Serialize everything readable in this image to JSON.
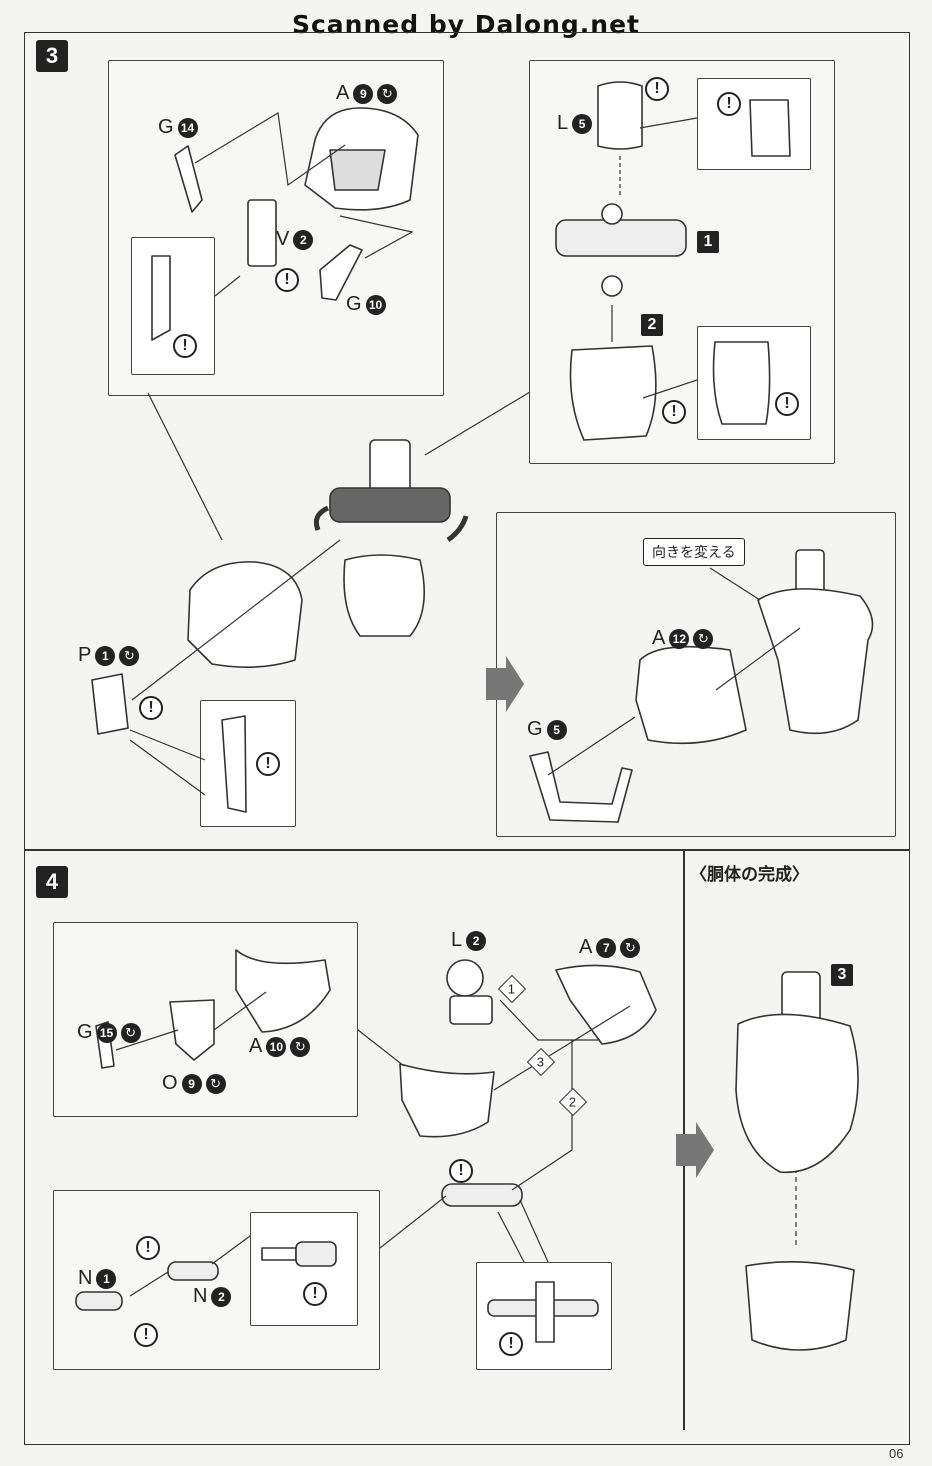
{
  "watermark": "Scanned by Dalong.net",
  "page_number": "06",
  "step3": {
    "number": "3",
    "sub_steps": [
      "1",
      "2"
    ],
    "callout": "向きを変える",
    "parts": [
      {
        "letter": "A",
        "num": "9",
        "plated": true
      },
      {
        "letter": "G",
        "num": "14"
      },
      {
        "letter": "V",
        "num": "2"
      },
      {
        "letter": "G",
        "num": "10"
      },
      {
        "letter": "L",
        "num": "5"
      },
      {
        "letter": "P",
        "num": "1",
        "plated": true
      },
      {
        "letter": "A",
        "num": "12",
        "plated": true
      },
      {
        "letter": "G",
        "num": "5"
      }
    ]
  },
  "step4": {
    "number": "4",
    "completion_caption": "〈胴体の完成〉",
    "completion_ref": "3",
    "order_markers": [
      "1",
      "2",
      "3"
    ],
    "parts": [
      {
        "letter": "G",
        "num": "15",
        "plated": true
      },
      {
        "letter": "A",
        "num": "10",
        "plated": true
      },
      {
        "letter": "O",
        "num": "9",
        "plated": true
      },
      {
        "letter": "L",
        "num": "2"
      },
      {
        "letter": "A",
        "num": "7",
        "plated": true
      },
      {
        "letter": "N",
        "num": "1"
      },
      {
        "letter": "N",
        "num": "2"
      }
    ]
  },
  "icons": {
    "warning": "!",
    "arc": "↻"
  }
}
